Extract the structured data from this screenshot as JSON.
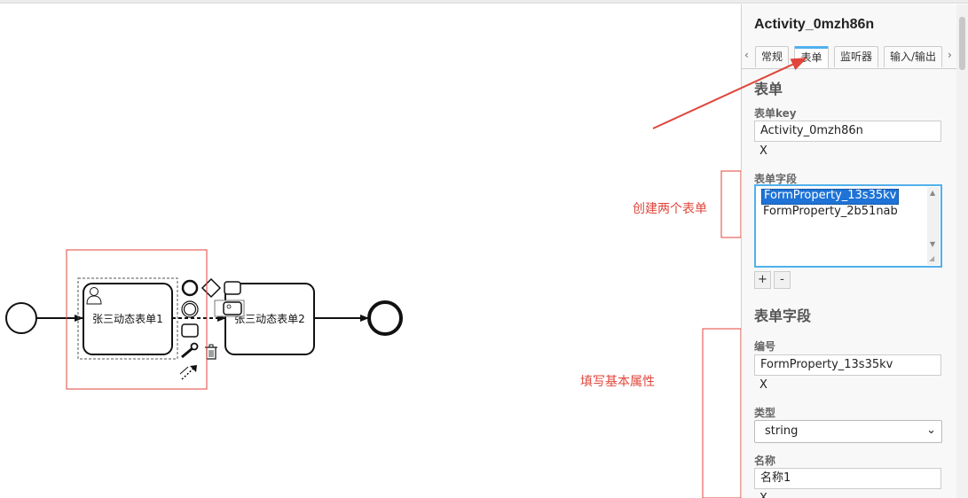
{
  "diagram": {
    "task1_label": "张三动态表单1",
    "task2_label": "张三动态表单2"
  },
  "annotations": {
    "create_forms": "创建两个表单",
    "fill_props": "填写基本属性"
  },
  "panel": {
    "title": "Activity_0mzh86n",
    "tabs": [
      {
        "label": "常规",
        "active": false
      },
      {
        "label": "表单",
        "active": true
      },
      {
        "label": "监听器",
        "active": false
      },
      {
        "label": "输入/输出",
        "active": false
      }
    ],
    "form_section_title": "表单",
    "form_key_label": "表单key",
    "form_key_value": "Activity_0mzh86n",
    "clear_x": "X",
    "form_fields_label": "表单字段",
    "form_fields": [
      "FormProperty_13s35kv",
      "FormProperty_2b51nab"
    ],
    "add_button": "+",
    "remove_button": "-",
    "field_section_title": "表单字段",
    "id_label": "编号",
    "id_value": "FormProperty_13s35kv",
    "type_label": "类型",
    "type_value": "string",
    "name_label": "名称",
    "name_value": "名称1"
  },
  "colors": {
    "accent": "#52b0ec",
    "selection": "#1e73d6",
    "annotation_red": "#e0463b"
  }
}
